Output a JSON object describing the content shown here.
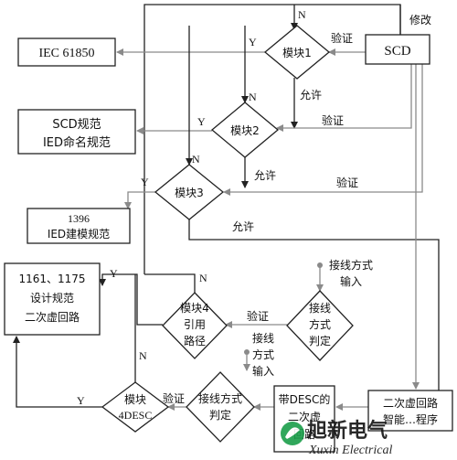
{
  "nodes": {
    "scd": "SCD",
    "iec": "IEC 61850",
    "scd_spec_1": "SCD规范",
    "scd_spec_2": "IED命名规范",
    "ied_spec_1": "1396",
    "ied_spec_2": "IED建模规范",
    "design_1": "1161、1175",
    "design_2": "设计规范",
    "design_3": "二次虚回路",
    "module1": "模块1",
    "module2": "模块2",
    "module3": "模块3",
    "module4_1": "模块4",
    "module4_2": "引用",
    "module4_3": "路径",
    "desc_1": "模块",
    "desc_2": "4DESC",
    "judge1_1": "接线",
    "judge1_2": "方式",
    "judge1_3": "判定",
    "judge2_1": "接线方式",
    "judge2_2": "判定",
    "desc_box_1": "带DESC的",
    "desc_box_2": "二次虚",
    "desc_box_3": "回路",
    "secondary_1": "二次虚回路",
    "secondary_2": "智能…程序"
  },
  "labels": {
    "modify": "修改",
    "verify": "验证",
    "allow": "允许",
    "yes": "Y",
    "no": "N",
    "wiring_input_1": "接线方式",
    "wiring_input_2": "输入",
    "wiring_input2_1": "接线",
    "wiring_input2_2": "方式",
    "wiring_input2_3": "输入"
  },
  "watermark": {
    "cn": "旭新电气",
    "en": "Xuxin Electrical"
  },
  "colors": {
    "line_dark": "#222222",
    "line_gray": "#8a8a8a",
    "watermark": "#1a9e4a"
  }
}
